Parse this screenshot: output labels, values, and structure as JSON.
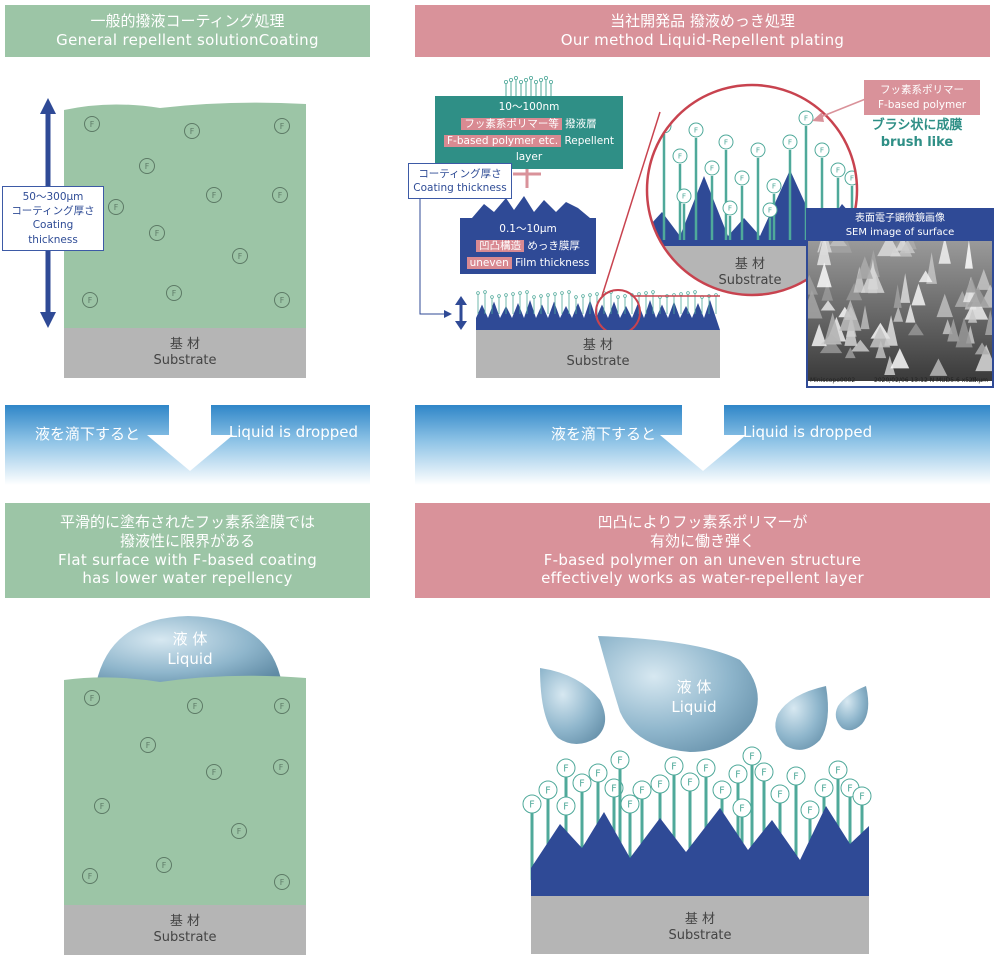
{
  "left_header": {
    "jp": "一般的撥液コーティング処理",
    "en": "General repellent solutionCoating"
  },
  "right_header": {
    "jp": "当社開発品 撥液めっき処理",
    "en": "Our method  Liquid-Repellent plating"
  },
  "left_coating_label": {
    "line1": "50〜300μm",
    "line2": "コーティング厚さ",
    "line3": "Coating thickness"
  },
  "f_symbol": "F",
  "substrate": {
    "jp": "基 材",
    "en": "Substrate"
  },
  "repellent_layer": {
    "thickness": "10〜100nm",
    "jp_highlight": "フッ素系ポリマー等",
    "jp_rest": "撥液層",
    "en_highlight": "F-based polymer etc.",
    "en_rest": "Repellent layer"
  },
  "right_coating_label": {
    "jp": "コーティング厚さ",
    "en": "Coating thickness"
  },
  "plus_sign": "+",
  "film_thickness": {
    "thickness": "0.1〜10μm",
    "jp_highlight": "凹凸構造",
    "jp_rest": "めっき膜厚",
    "en_highlight": "uneven",
    "en_rest": "Film thickness"
  },
  "polymer_callout": {
    "jp": "フッ素系ポリマー",
    "en": "F-based polymer"
  },
  "brush_like": {
    "jp": "ブラシ状に成膜",
    "en": "brush like"
  },
  "sem": {
    "title_jp": "表面電子顕微鏡画像",
    "title_en": "SEM image of surface",
    "footer_left": "Miniscope0002",
    "footer_mid": "2020/02/06 13:12 N MUD5.6  x5.0k",
    "footer_right": "20 μm"
  },
  "drop_band": {
    "jp": "液を滴下すると",
    "en": "Liquid is dropped"
  },
  "left_result": {
    "jp1": "平滑的に塗布されたフッ素系塗膜では",
    "jp2": "撥液性に限界がある",
    "en1": "Flat surface with F-based coating",
    "en2": "has lower water repellency"
  },
  "right_result": {
    "jp1": "凹凸によりフッ素系ポリマーが",
    "jp2": "有効に働き弾く",
    "en1": "F-based polymer on an uneven structure",
    "en2": "effectively works as water-repellent layer"
  },
  "liquid": {
    "jp": "液 体",
    "en": "Liquid"
  },
  "colors": {
    "green": "#9cc5a6",
    "pink": "#d9929a",
    "navy": "#2f4a96",
    "teal": "#4fa99a",
    "substrate": "#b5b5b5",
    "drop": "#8fb6cc"
  }
}
